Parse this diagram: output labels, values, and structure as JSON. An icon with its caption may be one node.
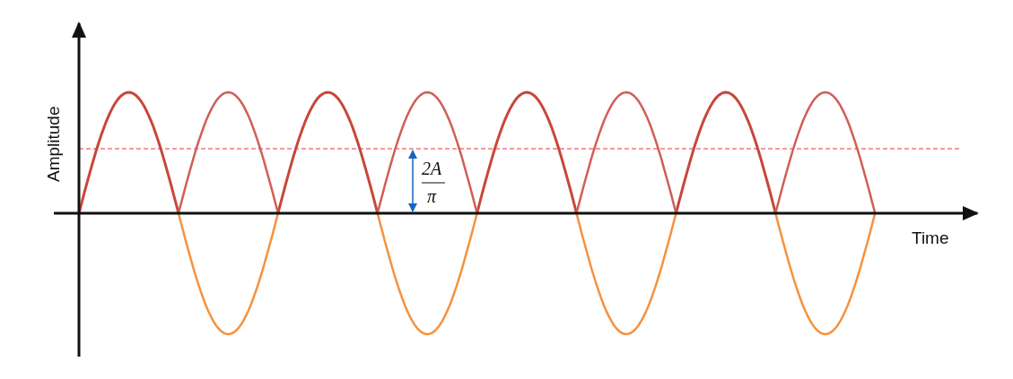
{
  "diagram": {
    "labels": [
      "Amplitude",
      "2A",
      "π",
      "Time"
    ]
  }
}
